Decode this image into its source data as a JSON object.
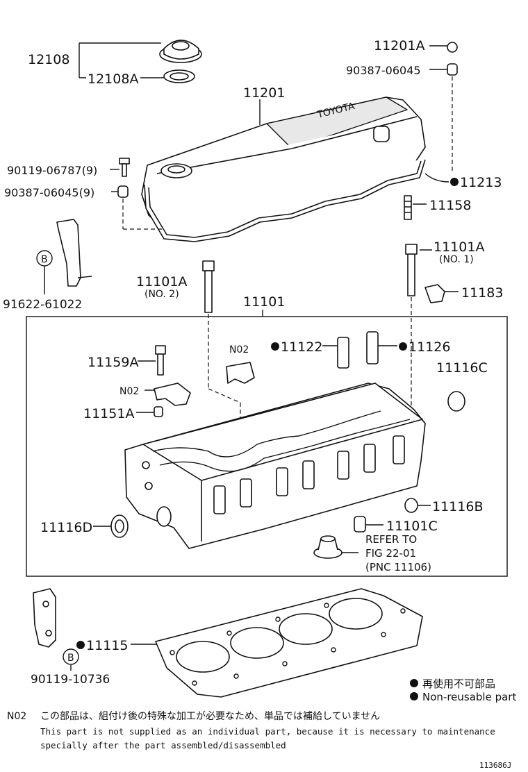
{
  "labels": {
    "p12108": "12108",
    "p12108a": "12108A",
    "p11201a": "11201A",
    "p90387_06045": "90387-06045",
    "p11201": "11201",
    "p90119_06787": "90119-06787(9)",
    "p90387_06045_9": "90387-06045(9)",
    "p11213": "11213",
    "p11158": "11158",
    "p11101a_no1": "11101A",
    "no1": "(NO. 1)",
    "p91622": "91622-61022",
    "p11101a_no2": "11101A",
    "no2": "(NO. 2)",
    "p11101": "11101",
    "p11183": "11183",
    "n02_a": "N02",
    "p11122": "11122",
    "p11126": "11126",
    "p11159a": "11159A",
    "p11116c": "11116C",
    "n02_b": "N02",
    "p11151a": "11151A",
    "p11116b": "11116B",
    "p11116d": "11116D",
    "p11101c": "11101C",
    "refer1": "REFER TO",
    "refer2": "FIG 22-01",
    "refer3": "(PNC 11106)",
    "p11115": "11115",
    "p90119_10736": "90119-10736",
    "b1": "B",
    "b2": "B"
  },
  "legend": {
    "jp": "再使用不可部品",
    "en": "Non-reusable part"
  },
  "note": {
    "code": "N02",
    "jp": "この部品は、組付け後の特殊な加工が必要なため、単品では補給していません",
    "en1": "This part is not supplied as an individual part, because it is necessary to maintenance",
    "en2": "specially after the part assembled/disassembled"
  },
  "figure_id": "113686J"
}
